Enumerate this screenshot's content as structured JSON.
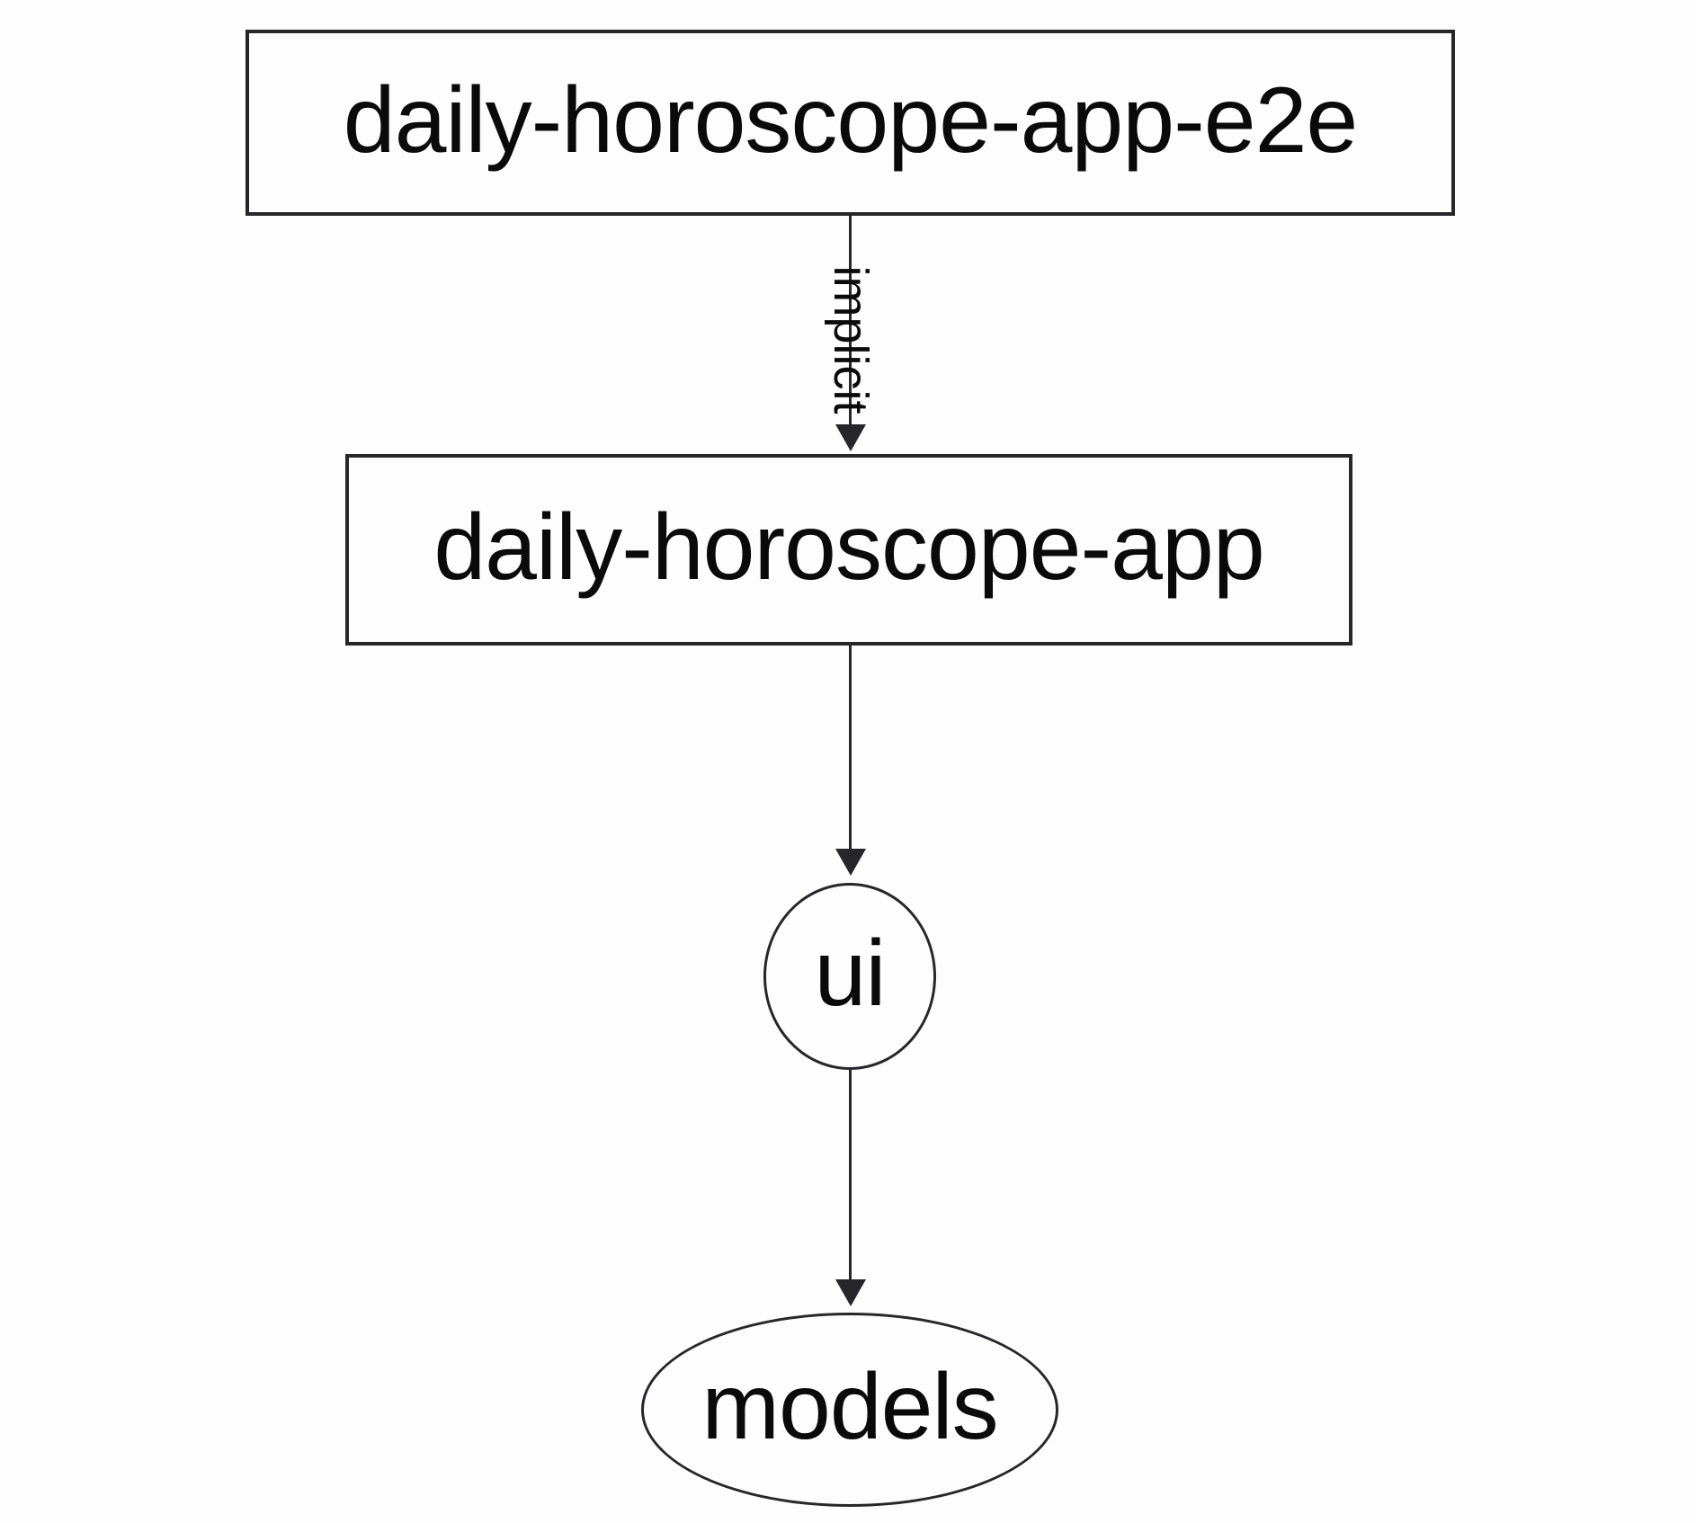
{
  "diagram": {
    "type": "dependency-graph",
    "nodes": [
      {
        "id": "daily-horoscope-app-e2e",
        "label": "daily-horoscope-app-e2e",
        "shape": "rectangle"
      },
      {
        "id": "daily-horoscope-app",
        "label": "daily-horoscope-app",
        "shape": "rectangle"
      },
      {
        "id": "ui",
        "label": "ui",
        "shape": "ellipse"
      },
      {
        "id": "models",
        "label": "models",
        "shape": "ellipse"
      }
    ],
    "edges": [
      {
        "from": "daily-horoscope-app-e2e",
        "to": "daily-horoscope-app",
        "label": "implicit"
      },
      {
        "from": "daily-horoscope-app",
        "to": "ui",
        "label": ""
      },
      {
        "from": "ui",
        "to": "models",
        "label": ""
      }
    ],
    "colors": {
      "background": "#fdfdfd",
      "node_fill": "#fdfdfd",
      "stroke": "#27272b",
      "text": "#0a0a0a"
    }
  }
}
